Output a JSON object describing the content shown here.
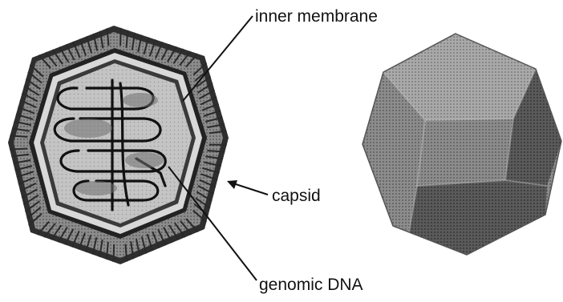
{
  "labels": {
    "inner_membrane": "inner membrane",
    "capsid": "capsid",
    "genomic_dna": "genomic DNA"
  },
  "icons": {
    "cross_section": "virus-cross-section-icon",
    "exterior": "icosahedral-capsid-icon"
  },
  "colors": {
    "background": "#ffffff",
    "capsid_ring": "#8e8e8e",
    "capsid_dark": "#2e2e2e",
    "membrane": "#d8d8d8",
    "interior": "#bdbdbd",
    "dna": "#111111",
    "exterior_face_light": "#9a9a9a",
    "exterior_face_dark": "#3d3d3d"
  }
}
